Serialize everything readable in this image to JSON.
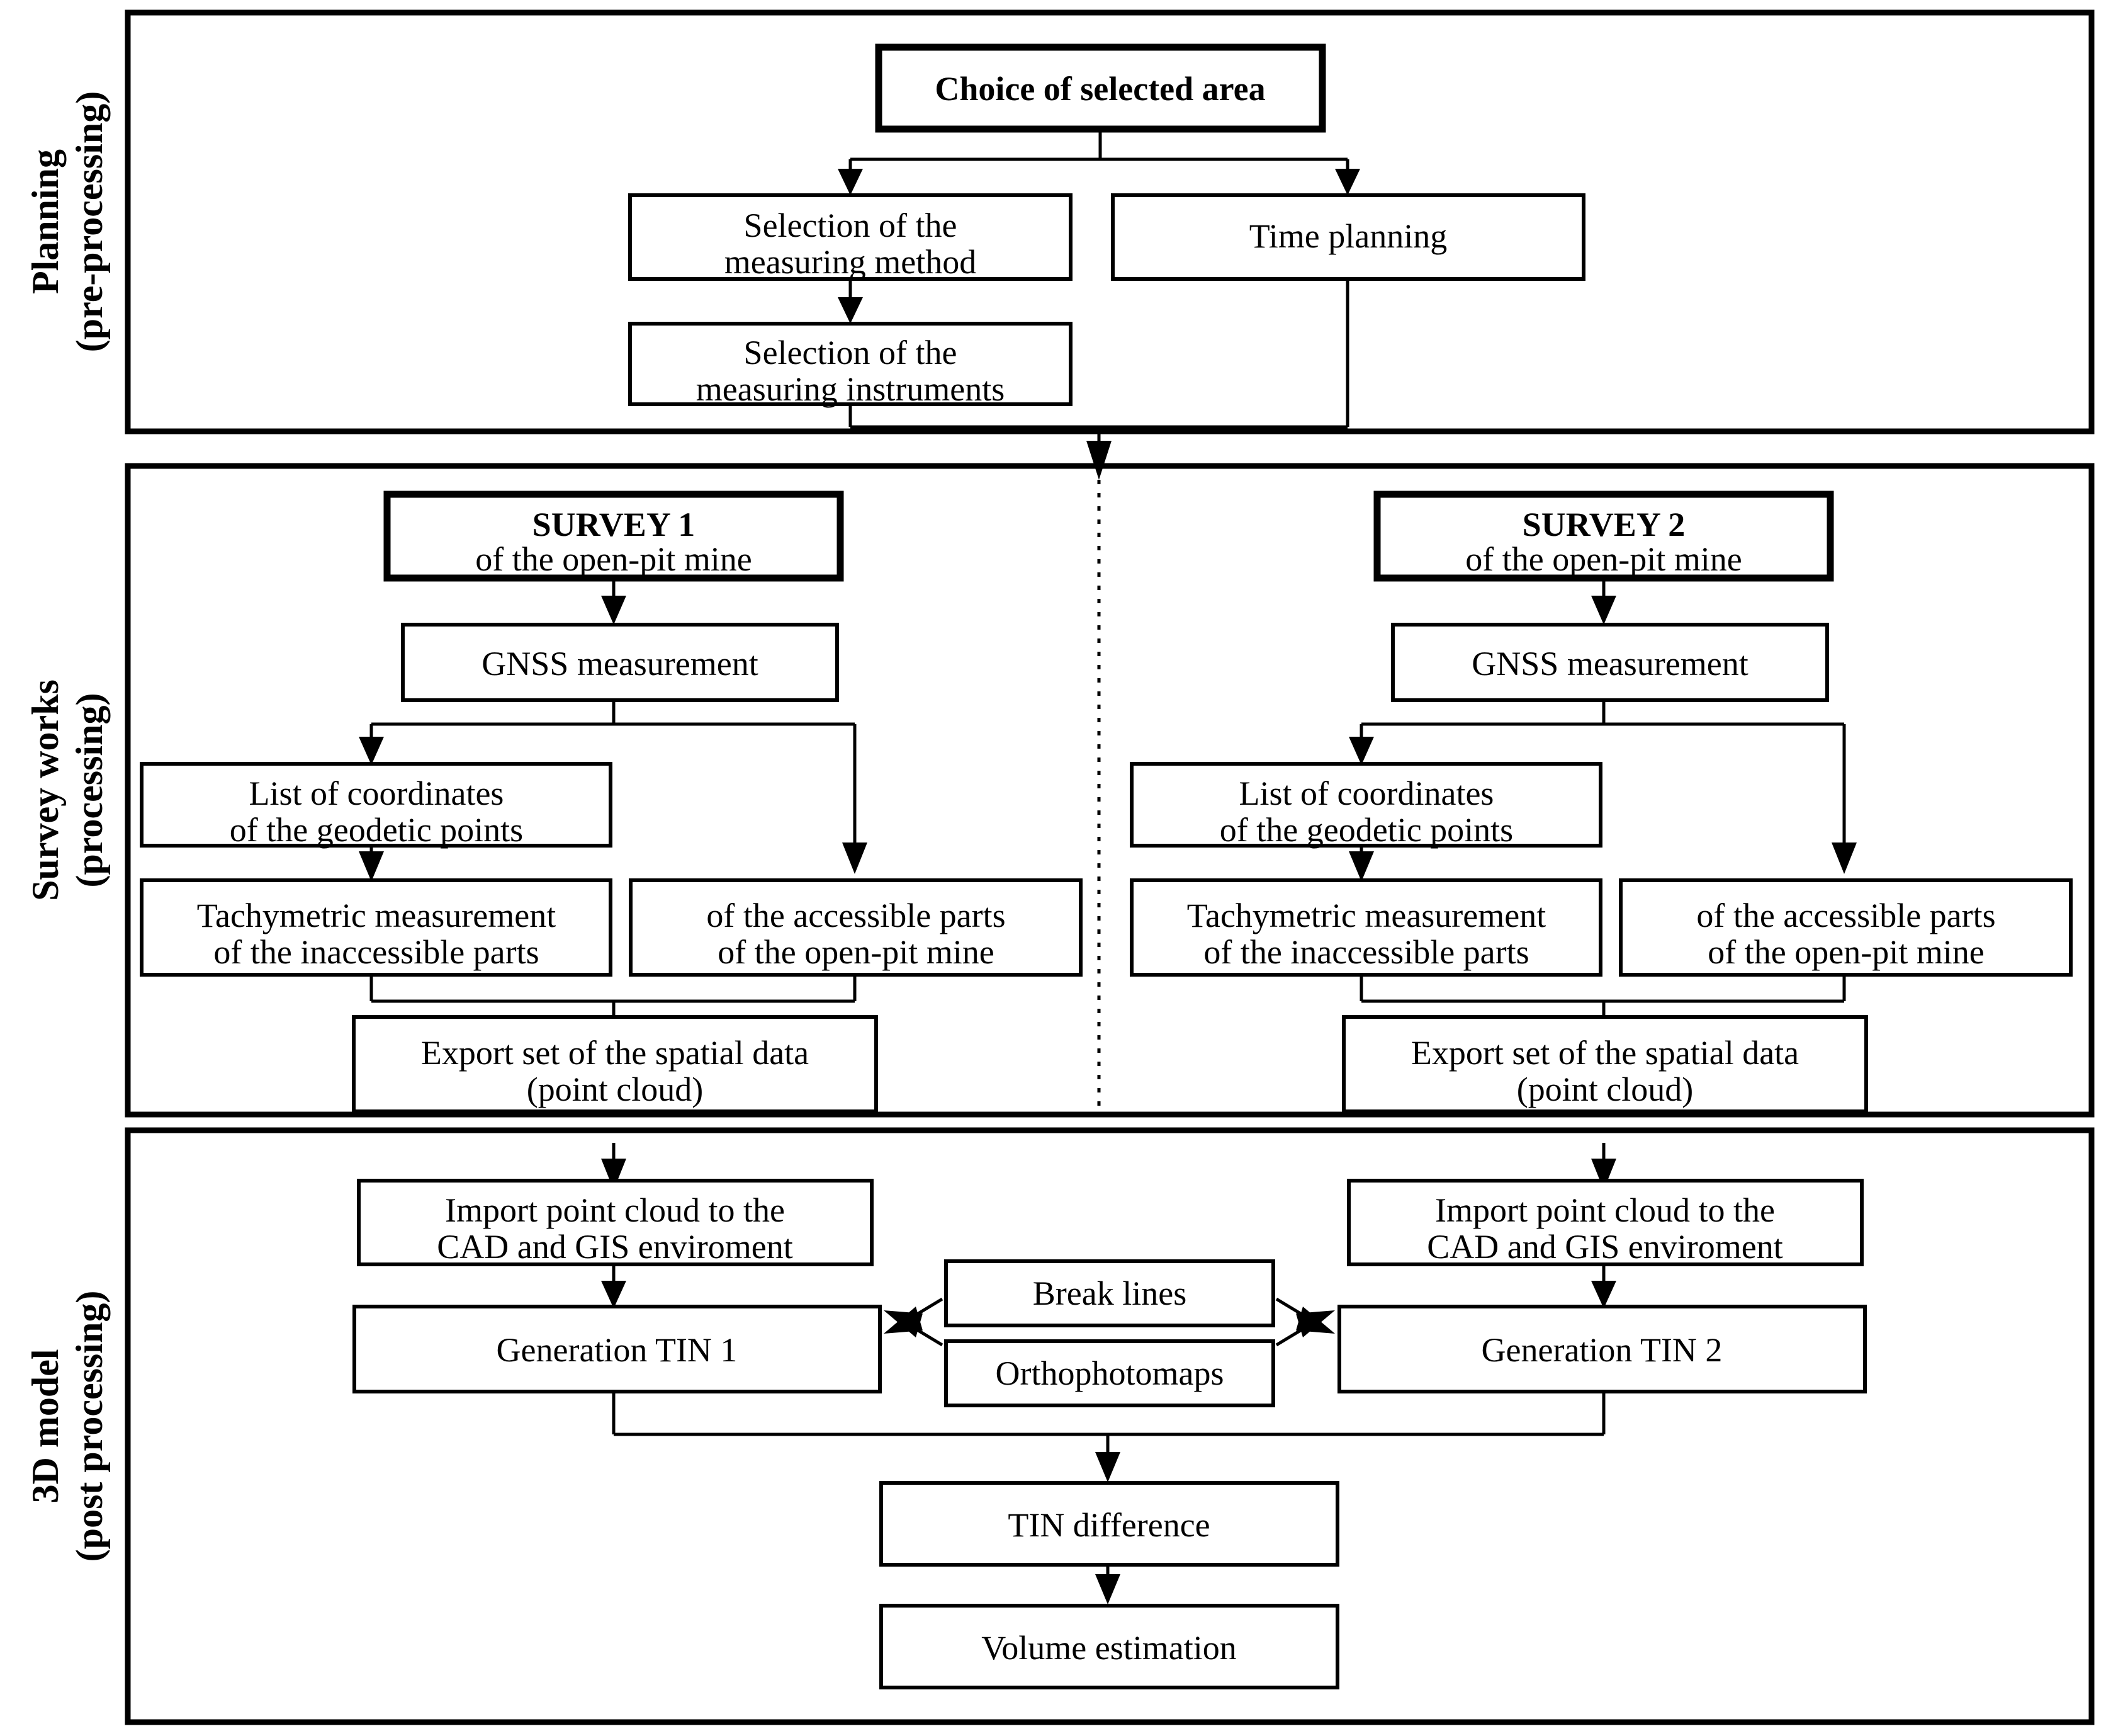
{
  "diagram": {
    "title": "Open-pit mine surveying and volume estimation workflow",
    "sections": [
      {
        "id": "planning",
        "label_line1": "Planning",
        "label_line2": "(pre-processing)"
      },
      {
        "id": "survey-works",
        "label_line1": "Survey works",
        "label_line2": "(processing)"
      },
      {
        "id": "three-d-model",
        "label_line1": "3D model",
        "label_line2": "(post processing)"
      }
    ],
    "nodes": {
      "choice_of_selected_area": "Choice of selected area",
      "selection_measuring_method_l1": "Selection of the",
      "selection_measuring_method_l2": "measuring method",
      "time_planning": "Time planning",
      "selection_measuring_instruments_l1": "Selection of the",
      "selection_measuring_instruments_l2": "measuring instruments",
      "survey1_l1": "SURVEY  1",
      "survey1_l2": "of the open-pit mine",
      "survey2_l1": "SURVEY  2",
      "survey2_l2": "of the open-pit mine",
      "gnss_measurement_1": "GNSS measurement",
      "gnss_measurement_2": "GNSS measurement",
      "list_coords_1_l1": "List of coordinates",
      "list_coords_1_l2": "of the geodetic points",
      "list_coords_2_l1": "List of coordinates",
      "list_coords_2_l2": "of the geodetic points",
      "tachymetric_1_l1": "Tachymetric measurement",
      "tachymetric_1_l2": "of the inaccessible parts",
      "tachymetric_2_l1": "Tachymetric measurement",
      "tachymetric_2_l2": "of the inaccessible parts",
      "accessible_1_l1": "of the accessible parts",
      "accessible_1_l2": "of the open-pit mine",
      "accessible_2_l1": "of the accessible parts",
      "accessible_2_l2": "of the open-pit mine",
      "export_1_l1": "Export set of the spatial data",
      "export_1_l2": "(point cloud)",
      "export_2_l1": "Export set of the spatial data",
      "export_2_l2": "(point cloud)",
      "import_1_l1": "Import point cloud to the",
      "import_1_l2": "CAD and GIS enviroment",
      "import_2_l1": "Import point cloud to the",
      "import_2_l2": "CAD and GIS enviroment",
      "generation_tin_1": "Generation TIN  1",
      "generation_tin_2": "Generation TIN  2",
      "break_lines": "Break lines",
      "orthophotomaps": "Orthophotomaps",
      "tin_difference": "TIN difference",
      "volume_estimation": "Volume estimation"
    },
    "colors": {
      "stroke": "#000000",
      "fill": "#ffffff",
      "background": "#ffffff"
    }
  }
}
